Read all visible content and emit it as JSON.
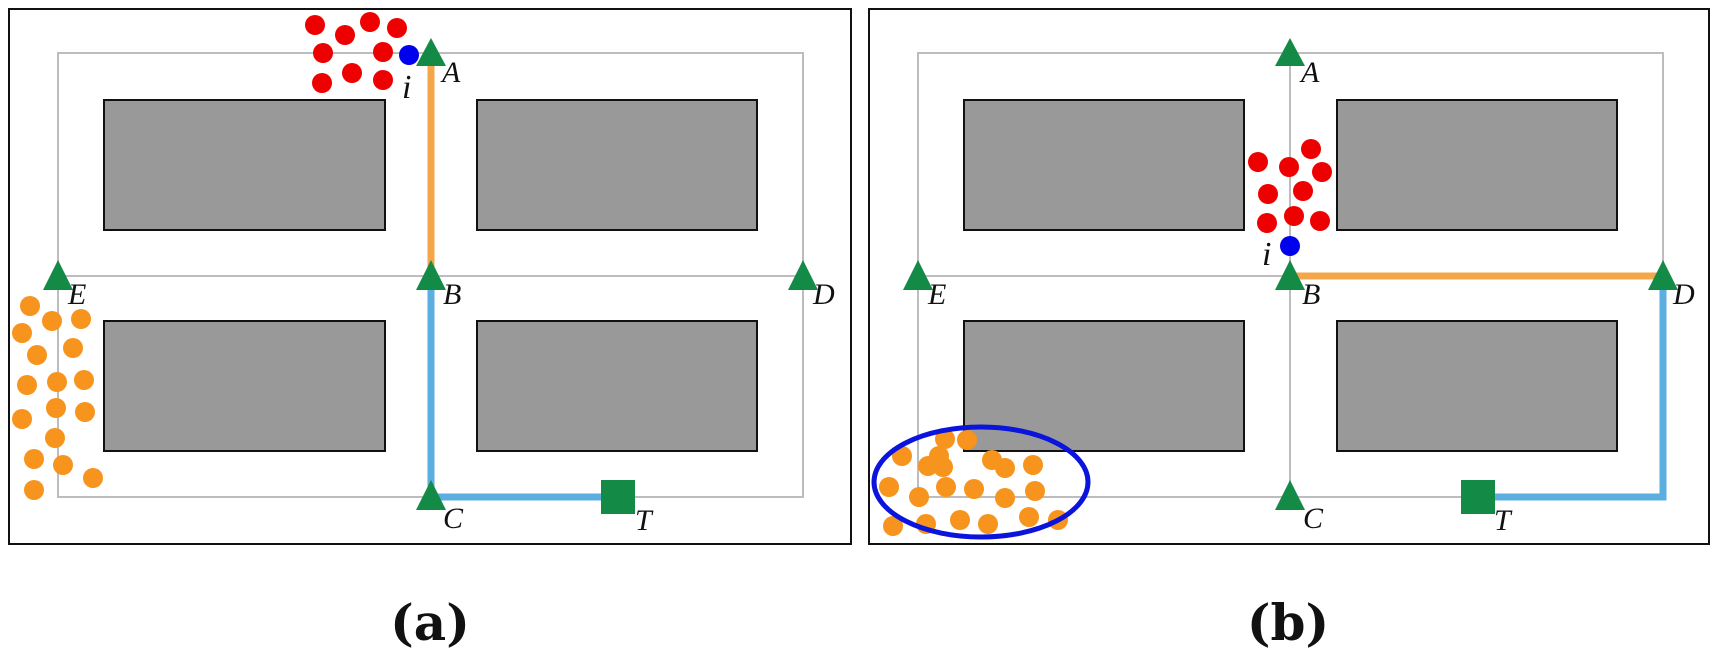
{
  "colors": {
    "road": "#bdbdbd",
    "block_fill": "#999999",
    "block_stroke": "#111111",
    "node": "#138a45",
    "target": "#138a45",
    "agent": "#0000ee",
    "red_group": "#ee0000",
    "orange_group": "#f7941d",
    "path_orange": "#f4a64a",
    "path_blue": "#5aaee0",
    "highlight_ellipse": "#0a14dd"
  },
  "panels": [
    {
      "caption": "(a)",
      "labels": {
        "A": "A",
        "B": "B",
        "C": "C",
        "D": "D",
        "E": "E",
        "T": "T",
        "i": "i"
      }
    },
    {
      "caption": "(b)",
      "labels": {
        "A": "A",
        "B": "B",
        "C": "C",
        "D": "D",
        "E": "E",
        "T": "T",
        "i": "i"
      }
    }
  ]
}
